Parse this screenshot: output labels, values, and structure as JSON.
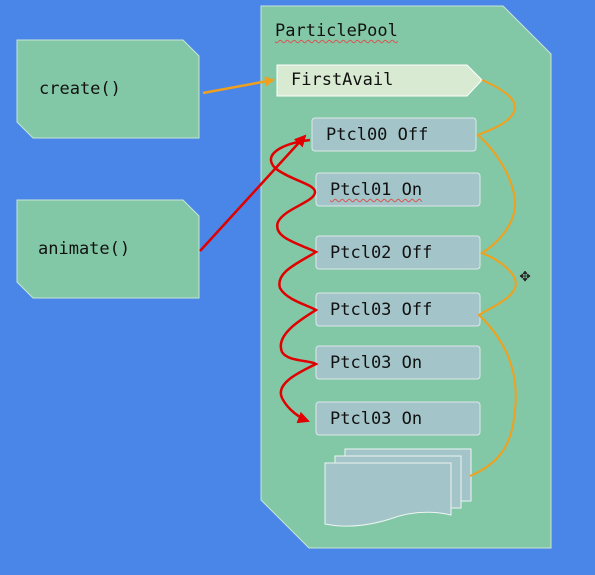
{
  "functions": {
    "create": "create()",
    "animate": "animate()"
  },
  "pool": {
    "title": "ParticlePool",
    "first_avail": "FirstAvail",
    "particles": [
      "Ptcl00 Off",
      "Ptcl01 On",
      "Ptcl02 Off",
      "Ptcl03 Off",
      "Ptcl03 On",
      "Ptcl03 On"
    ]
  },
  "colors": {
    "background": "#4a86e8",
    "shape_fill": "#83c8a6",
    "particle_fill": "#a3c4c8",
    "first_avail_fill": "#d9ead3",
    "free_list_arrow": "#f0a01c",
    "animate_arrow": "#e00000"
  }
}
